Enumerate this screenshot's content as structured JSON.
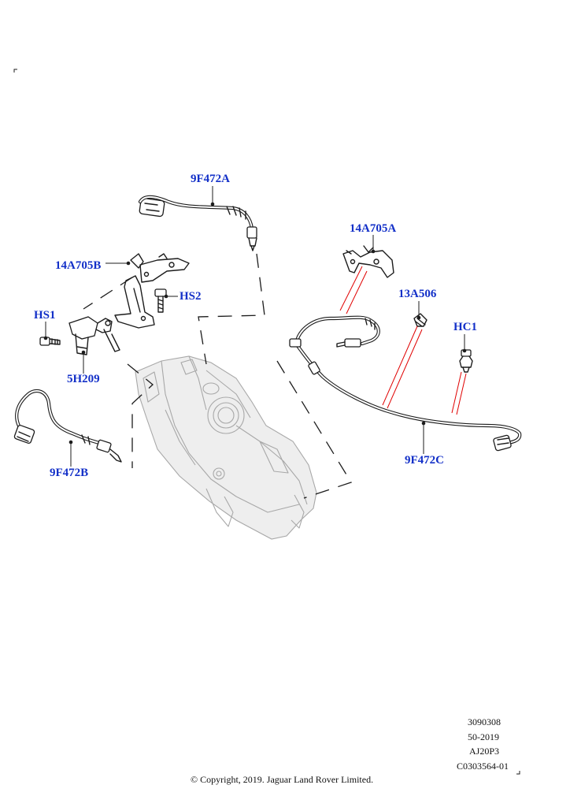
{
  "callouts": {
    "p9f472a": "9F472A",
    "p14a705a": "14A705A",
    "p14a705b": "14A705B",
    "p13a506": "13A506",
    "hs2": "HS2",
    "hs1": "HS1",
    "hc1": "HC1",
    "p5h209": "5H209",
    "p9f472c": "9F472C",
    "p9f472b": "9F472B"
  },
  "colors": {
    "callout_text": "#1330c8",
    "leader_red": "#e00000",
    "line_art": "#1c1c1c"
  },
  "meta": {
    "illustration_number": "3090308",
    "date_code": "50-2019",
    "model_code": "AJ20P3",
    "catalogue_ref": "C0303564-01"
  },
  "copyright": "© Copyright, 2019. Jaguar Land Rover Limited."
}
